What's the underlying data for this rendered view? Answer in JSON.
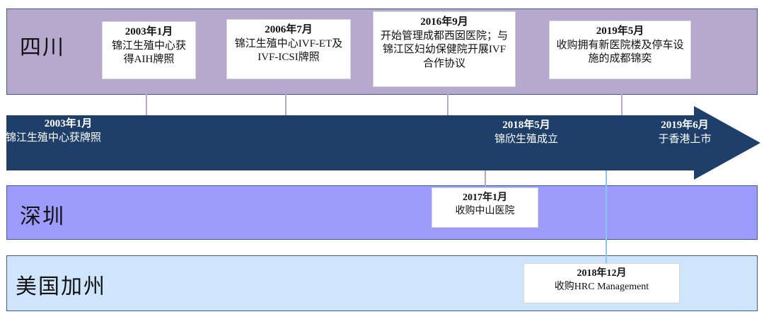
{
  "diagram": {
    "title": "Company development timeline by region",
    "colors": {
      "band_sichuan": "#b6a9cd",
      "band_shenzhen": "#9d9bfb",
      "band_california": "#cfe5fb",
      "band_border": "#3a5a92",
      "arrow": "#1e3f69",
      "connector_purple": "#b5a8cc",
      "connector_blue": "#8fc3ec",
      "callout_bg": "#ffffff"
    }
  },
  "regions": [
    {
      "id": "sichuan",
      "label": "四川"
    },
    {
      "id": "shenzhen",
      "label": "深圳"
    },
    {
      "id": "california",
      "label": "美国加州"
    }
  ],
  "arrow_events": [
    {
      "date": "2003年1月",
      "desc": "锦江生殖中心获牌照"
    },
    {
      "date": "2018年5月",
      "desc": "锦欣生殖成立"
    },
    {
      "date": "2019年6月",
      "desc": "于香港上市"
    }
  ],
  "callouts": [
    {
      "id": "c1",
      "region": "sichuan",
      "date": "2003年1月",
      "desc": "锦江生殖中心获得AIH牌照"
    },
    {
      "id": "c2",
      "region": "sichuan",
      "date": "2006年7月",
      "desc": "锦江生殖中心IVF-ET及IVF-ICSI牌照"
    },
    {
      "id": "c3",
      "region": "sichuan",
      "date": "2016年9月",
      "desc": "开始管理成都西囡医院；与锦江区妇幼保健院开展IVF 合作协议"
    },
    {
      "id": "c4",
      "region": "sichuan",
      "date": "2019年5月",
      "desc": "收购拥有新医院楼及停车设施的成都锦奕"
    },
    {
      "id": "c5",
      "region": "shenzhen",
      "date": "2017年1月",
      "desc": "收购中山医院"
    },
    {
      "id": "c6",
      "region": "california",
      "date": "2018年12月",
      "desc": "收购HRC Management"
    }
  ]
}
